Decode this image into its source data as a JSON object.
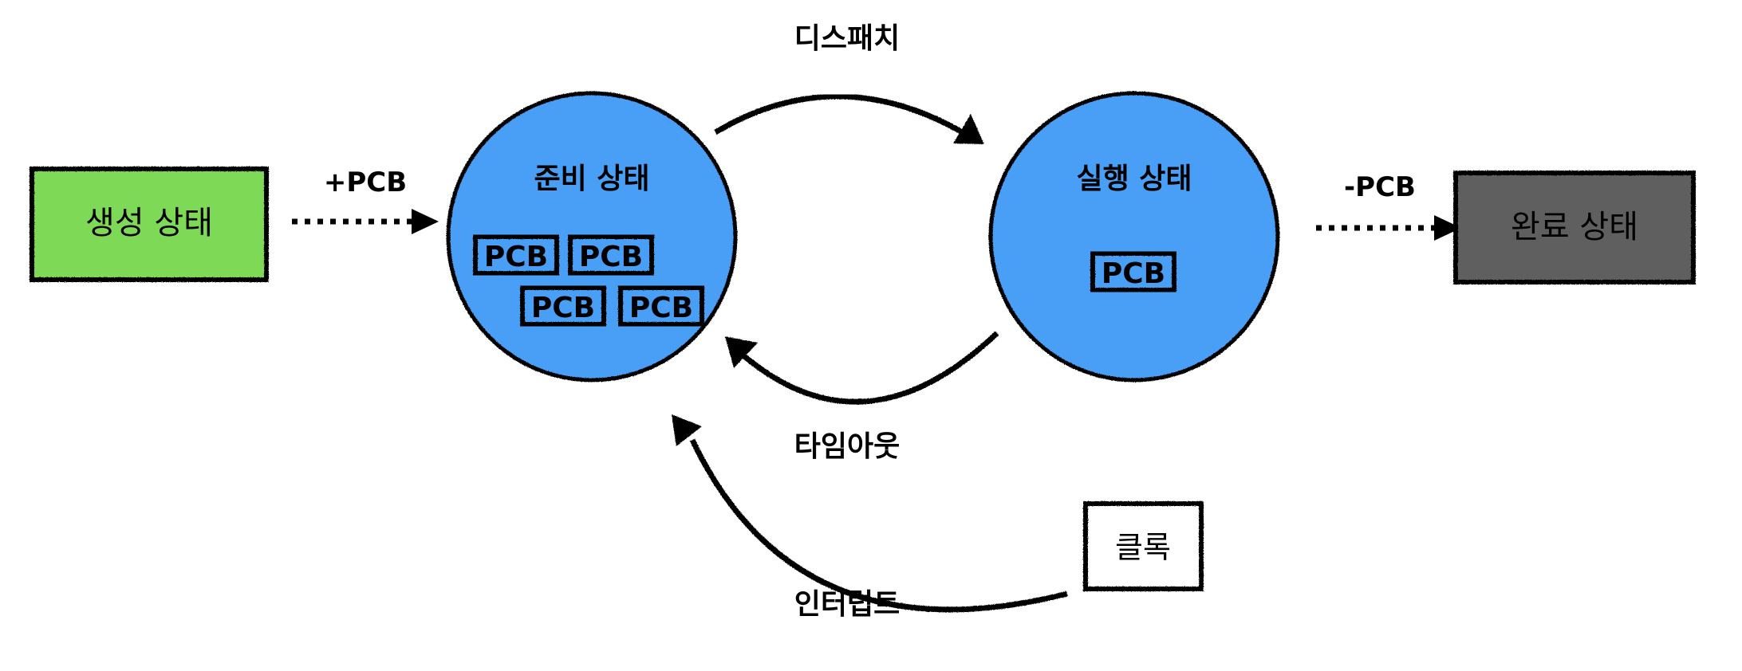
{
  "diagram": {
    "colors": {
      "created_fill": "#7ED957",
      "state_fill": "#4A9EF5",
      "terminated_fill": "#5E5E5E",
      "stroke": "#000000",
      "clock_fill": "#FFFFFF"
    },
    "nodes": {
      "created": {
        "label": "생성 상태"
      },
      "ready": {
        "label": "준비 상태",
        "pcbs": [
          "PCB",
          "PCB",
          "PCB",
          "PCB"
        ]
      },
      "running": {
        "label": "실행 상태",
        "pcbs": [
          "PCB"
        ]
      },
      "terminated": {
        "label": "완료 상태"
      },
      "clock": {
        "label": "클록"
      }
    },
    "edges": {
      "admit": {
        "label": "+PCB",
        "from": "created",
        "to": "ready",
        "style": "dotted"
      },
      "dispatch": {
        "label": "디스패치",
        "from": "ready",
        "to": "running",
        "style": "solid"
      },
      "timeout": {
        "label": "타임아웃",
        "from": "running",
        "to": "ready",
        "style": "solid"
      },
      "interrupt": {
        "label": "인터럽트",
        "from": "clock",
        "to": "ready",
        "style": "solid"
      },
      "exit": {
        "label": "-PCB",
        "from": "running",
        "to": "terminated",
        "style": "dotted"
      }
    }
  }
}
